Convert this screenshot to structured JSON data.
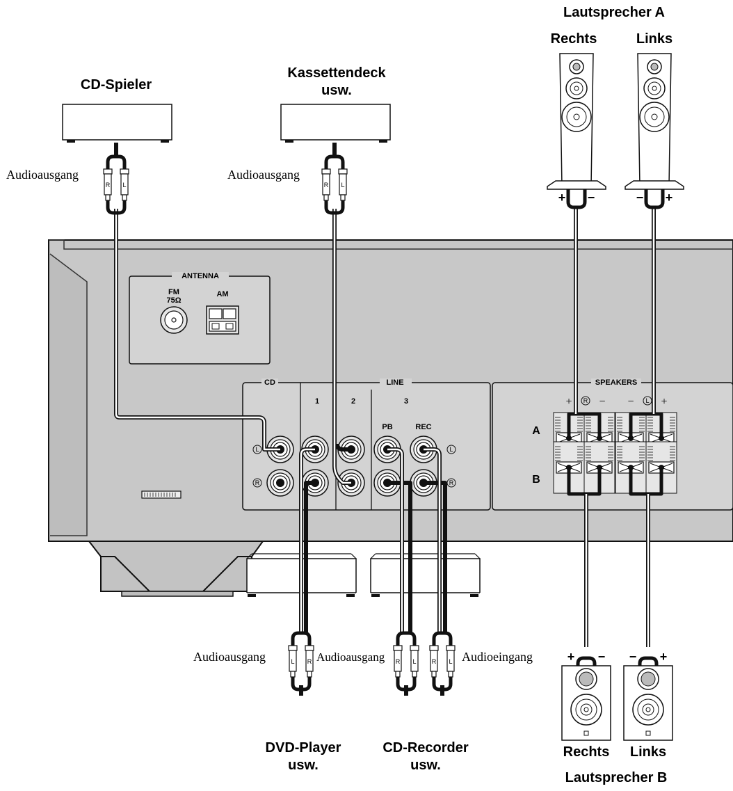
{
  "labels": {
    "cd_player": "CD-Spieler",
    "cassette_l1": "Kassettendeck",
    "cassette_l2": "usw.",
    "audio_out": "Audioausgang",
    "audio_in": "Audioeingang",
    "speakers_a": "Lautsprecher A",
    "speakers_b": "Lautsprecher B",
    "right": "Rechts",
    "left": "Links",
    "dvd_l1": "DVD-Player",
    "dvd_l2": "usw.",
    "cdr_l1": "CD-Recorder",
    "cdr_l2": "usw."
  },
  "panel": {
    "antenna": "ANTENNA",
    "fm": "FM",
    "fm_ohm": "75Ω",
    "am": "AM",
    "cd": "CD",
    "line": "LINE",
    "line_1": "1",
    "line_2": "2",
    "line_3": "3",
    "pb": "PB",
    "rec": "REC",
    "speakers": "SPEAKERS",
    "row_a": "A",
    "row_b": "B",
    "ch_r": "R",
    "ch_l": "L",
    "plus": "+",
    "minus": "−"
  },
  "plug_letters": {
    "r": "R",
    "l": "L"
  }
}
